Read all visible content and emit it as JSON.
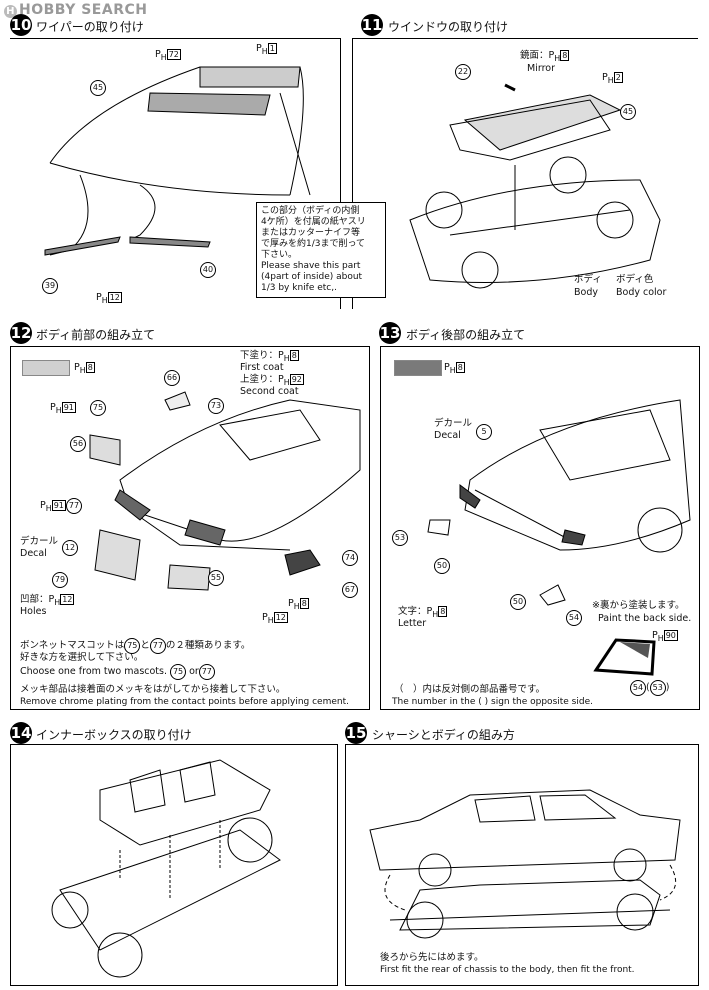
{
  "brand": {
    "logo_text": "HOBBY SEARCH",
    "logo_badge": "H"
  },
  "steps": [
    {
      "number": "10",
      "title": "ワイパーの取り付け"
    },
    {
      "number": "11",
      "title": "ウインドウの取り付け"
    },
    {
      "number": "12",
      "title": "ボディ前部の組み立て"
    },
    {
      "number": "13",
      "title": "ボディ後部の組み立て"
    },
    {
      "number": "14",
      "title": "インナーボックスの取り付け"
    },
    {
      "number": "15",
      "title": "シャーシとボディの組み方"
    }
  ],
  "step10": {
    "refs": [
      "72",
      "1",
      "12"
    ],
    "parts": [
      "45",
      "40",
      "39"
    ]
  },
  "step11": {
    "mirror_jp": "鏡面：",
    "mirror_ref": "8",
    "mirror_en": "Mirror",
    "ref2": "2",
    "parts": [
      "22",
      "45"
    ],
    "callout_lines": [
      "この部分（ボディの内側",
      "4ケ所）を付属の紙ヤスリ",
      "またはカッターナイフ等",
      "で厚みを約1/3まで削って",
      "下さい。",
      "Please shave this part",
      "(4part of inside)  about",
      "1/3 by knife etc,."
    ],
    "body_jp": "ボディ",
    "body_en": "Body",
    "bodycolor_jp": "ボディ色",
    "bodycolor_en": "Body color"
  },
  "step12": {
    "swatch_ref": "8",
    "first_coat_jp": "下塗り：",
    "first_coat_ref": "8",
    "first_coat_en": "First coat",
    "second_coat_jp": "上塗り：",
    "second_coat_ref": "92",
    "second_coat_en": "Second coat",
    "ref91a": "91",
    "ref91b": "91",
    "parts": [
      "66",
      "73",
      "75",
      "56",
      "77",
      "12",
      "79",
      "55",
      "74",
      "67"
    ],
    "decal_jp": "デカール",
    "decal_en": "Decal",
    "holes_jp": "凹部：",
    "holes_ref": "12",
    "holes_en": "Holes",
    "ref8": "8",
    "ref12": "12",
    "note_jp1": "ボンネットマスコットは",
    "note_jp1b": "と",
    "note_jp1c": "の２種類あります。",
    "note_jp2": "好きな方を選択して下さい。",
    "note_en": "Choose one from two mascots.",
    "note_or": "or",
    "chrome_jp": "メッキ部品は接着面のメッキをはがしてから接着して下さい。",
    "chrome_en": "Remove chrome plating from the contact points before applying cement."
  },
  "step13": {
    "swatch_ref": "8",
    "decal_jp": "デカール",
    "decal_en": "Decal",
    "parts": [
      "5",
      "53",
      "50",
      "50",
      "54"
    ],
    "letter_jp": "文字：",
    "letter_ref": "8",
    "letter_en": "Letter",
    "back_jp": "※裏から塗装します。",
    "back_en": "Paint the back side.",
    "ref90": "90",
    "pair_a": "54",
    "pair_b": "53",
    "paren_jp": "（　）内は反対側の部品番号です。",
    "paren_en": "The number in the (    ) sign the opposite side."
  },
  "step15": {
    "note_jp": "後ろから先にはめます。",
    "note_en": "First fit the rear of chassis to the body, then fit the front."
  },
  "colors": {
    "swatch_light": "#d0d0d0",
    "swatch_dark": "#7a7a7a",
    "ink": "#111111"
  }
}
